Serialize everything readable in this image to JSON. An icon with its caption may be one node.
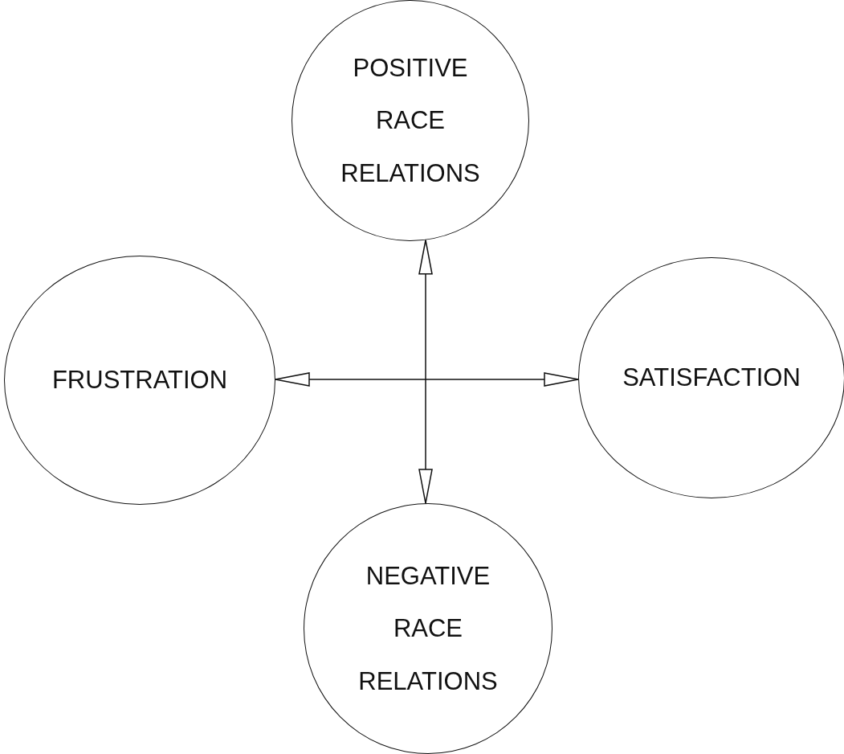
{
  "diagram": {
    "nodes": [
      {
        "text": [
          "POSITIVE RACE RELATIONS"
        ]
      },
      {
        "text": [
          "FRUSTRATION"
        ]
      },
      {
        "text": [
          "SATISFACTION"
        ]
      },
      {
        "text": [
          "NEGATIVE RACE RELATIONS"
        ]
      }
    ],
    "edges": [
      {
        "from": 0,
        "to": 3,
        "arrow": "both"
      },
      {
        "from": 1,
        "to": 2,
        "arrow": "both"
      }
    ]
  }
}
